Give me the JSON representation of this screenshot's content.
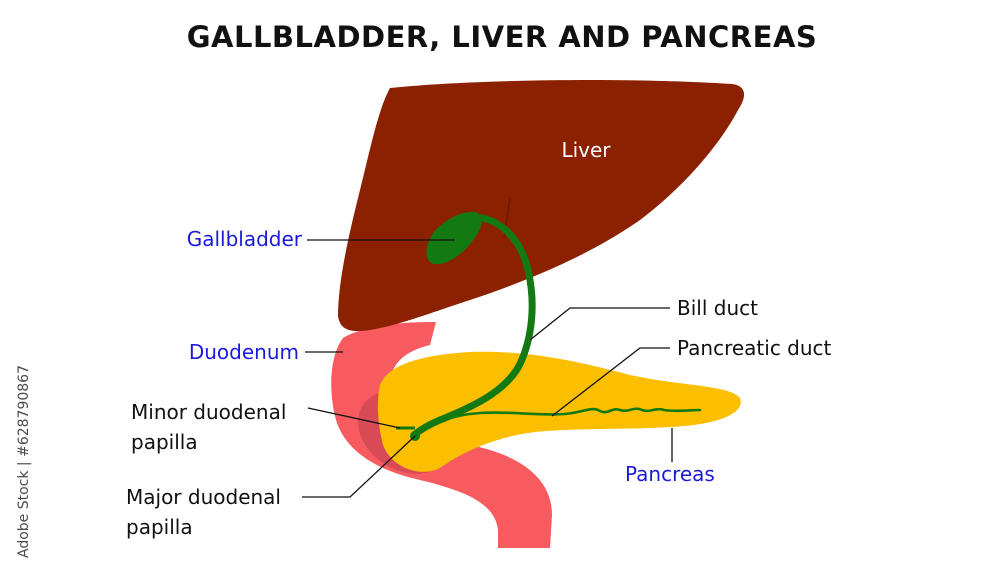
{
  "title": "GALLBLADDER, LIVER AND PANCREAS",
  "organ_labels": {
    "liver": "Liver"
  },
  "callouts": {
    "gallbladder": "Gallbladder",
    "duodenum": "Duodenum",
    "minor_papilla_line1": "Minor duodenal",
    "minor_papilla_line2": "papilla",
    "major_papilla_line1": "Major duodenal",
    "major_papilla_line2": "papilla",
    "bile_duct": "Bill duct",
    "pancreatic_duct": "Pancreatic duct",
    "pancreas": "Pancreas"
  },
  "stock_id": "Adobe Stock | #628790867",
  "colors": {
    "liver": "#8b2100",
    "gallbladder_duct": "#137a13",
    "pancreas": "#fcbf00",
    "duodenum": "#f75a5f",
    "duodenum_shadow": "#d84a55",
    "blue_label": "#1a1adb"
  }
}
